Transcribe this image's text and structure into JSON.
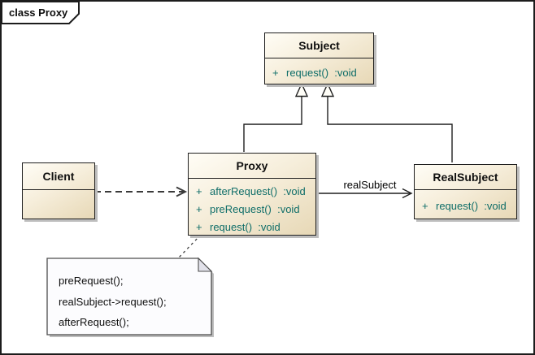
{
  "frame": {
    "title": "class Proxy"
  },
  "colors": {
    "box_fill_top": "#fffdf6",
    "box_fill_bottom": "#e7d8b6",
    "box_border": "#1f1f1f",
    "method_text": "#0e6d68",
    "note_fill": "#fcfcfe",
    "shadow": "#bdbdbd"
  },
  "classes": {
    "subject": {
      "name": "Subject",
      "methods": [
        {
          "vis": "+",
          "sig": "request()  :void"
        }
      ]
    },
    "proxy": {
      "name": "Proxy",
      "methods": [
        {
          "vis": "+",
          "sig": "afterRequest()  :void"
        },
        {
          "vis": "+",
          "sig": "preRequest()  :void"
        },
        {
          "vis": "+",
          "sig": "request()  :void"
        }
      ]
    },
    "realsubject": {
      "name": "RealSubject",
      "methods": [
        {
          "vis": "+",
          "sig": "request()  :void"
        }
      ]
    },
    "client": {
      "name": "Client",
      "methods": []
    }
  },
  "connectors": {
    "association_label": "realSubject"
  },
  "note": {
    "lines": [
      "preRequest();",
      "realSubject->request();",
      "afterRequest();"
    ]
  }
}
